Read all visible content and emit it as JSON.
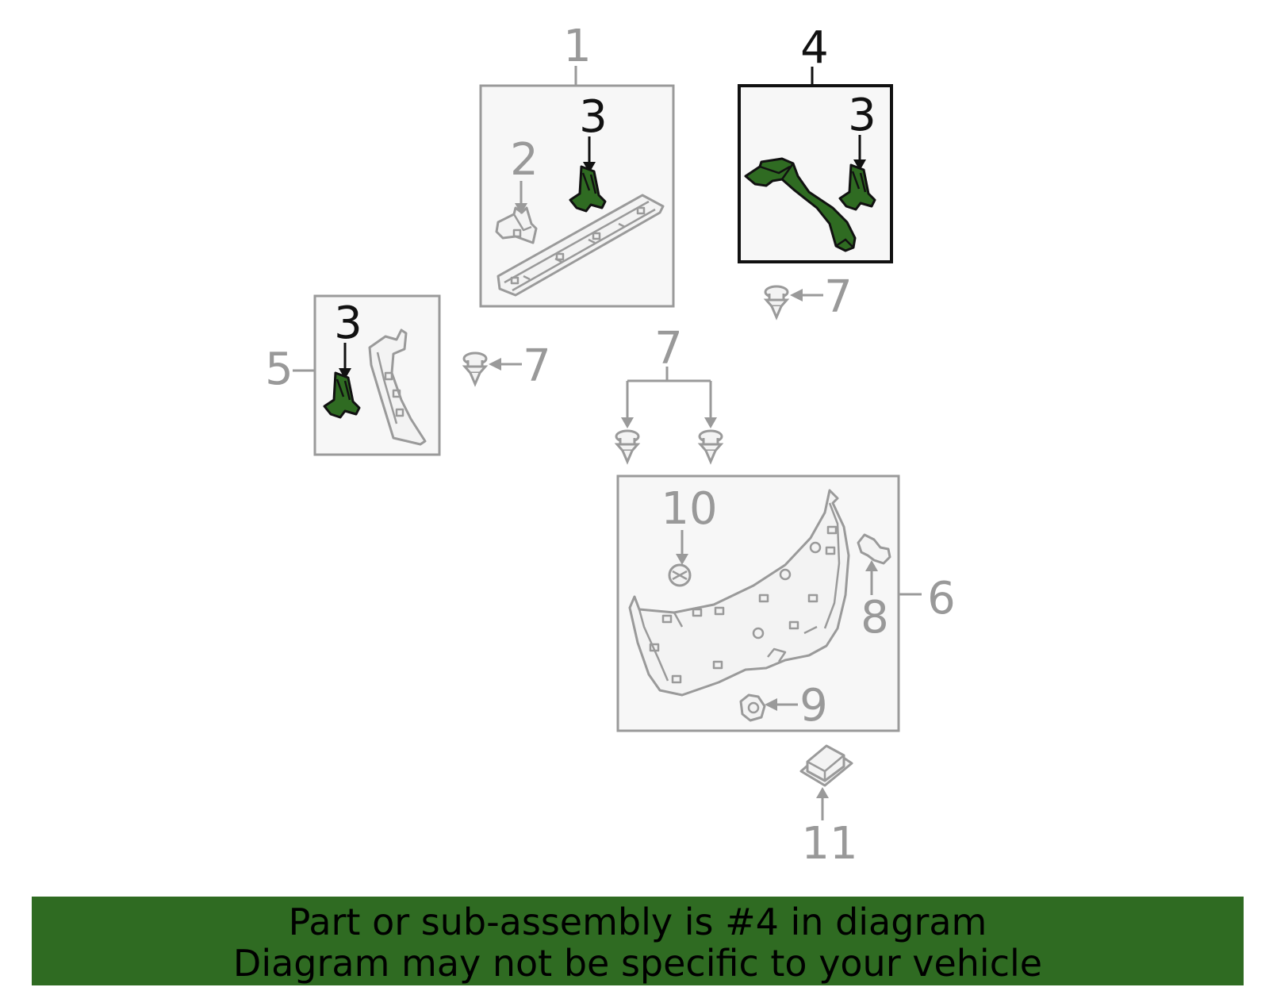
{
  "callouts": {
    "c1": "1",
    "c2": "2",
    "c3a": "3",
    "c3b": "3",
    "c3c": "3",
    "c4": "4",
    "c5": "5",
    "c6": "6",
    "c7a": "7",
    "c7b": "7",
    "c7c": "7",
    "c8": "8",
    "c9": "9",
    "c10": "10",
    "c11": "11"
  },
  "highlighted_part": "4",
  "colors": {
    "highlight": "#2f6b22",
    "outline_gray": "#9a9a9a",
    "banner": "#2f6b22"
  },
  "banner": {
    "line1": "Part or sub-assembly is #4 in diagram",
    "line2": "Diagram may not be specific to your vehicle"
  }
}
